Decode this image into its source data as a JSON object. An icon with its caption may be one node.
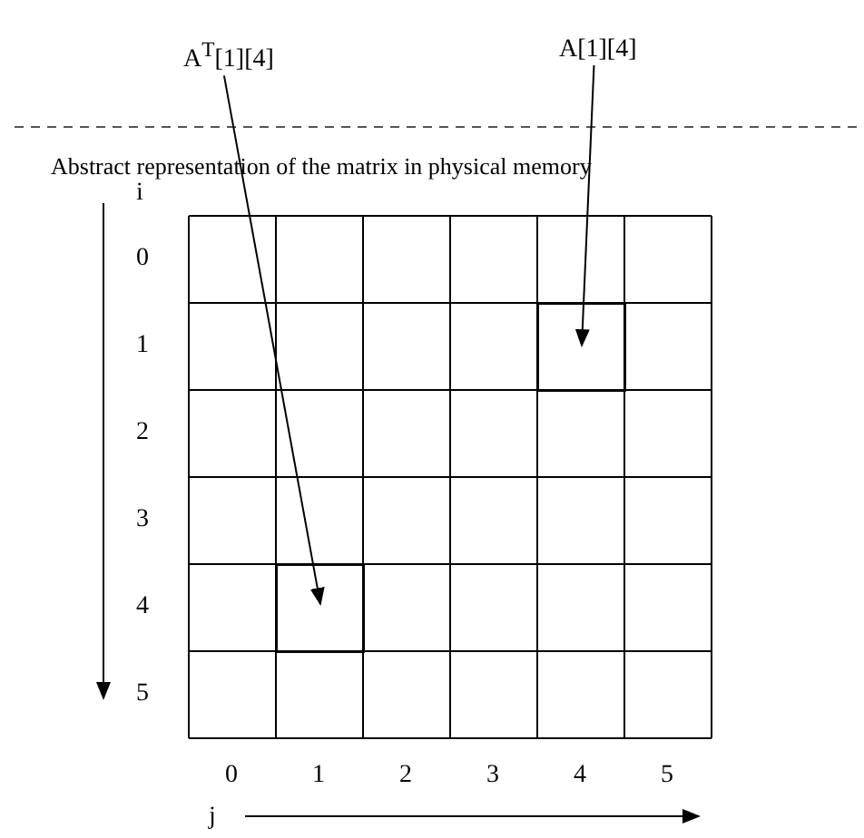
{
  "diagram": {
    "nodes": [
      {
        "text": [
          "A$^{T}$[1][4]"
        ]
      },
      {
        "text": [
          "A[1][4]"
        ]
      },
      {
        "text": [],
        "shape": "box"
      },
      {
        "text": [],
        "shape": "box"
      }
    ],
    "edges": [
      {
        "from": 0,
        "to": 3,
        "arrow": "to"
      },
      {
        "from": 1,
        "to": 2,
        "arrow": "to"
      }
    ],
    "labels": [
      "Abstract representation of the matrix in physical memory",
      "i",
      "0",
      "1",
      "2",
      "3",
      "4",
      "5",
      "0",
      "1",
      "2",
      "3",
      "4",
      "5",
      "j"
    ]
  }
}
